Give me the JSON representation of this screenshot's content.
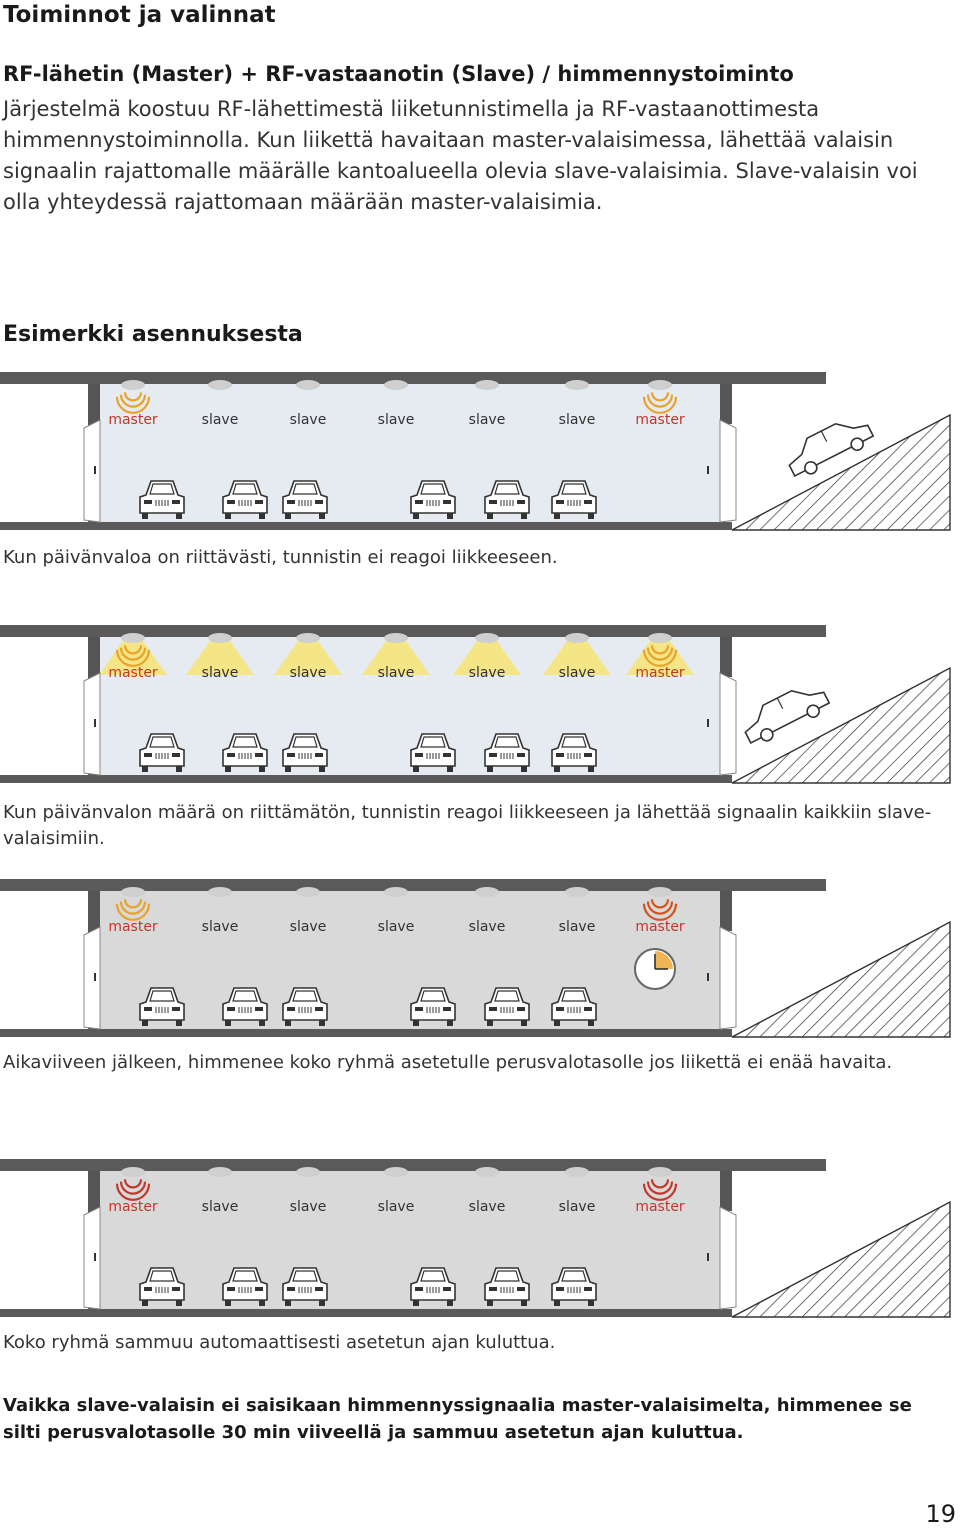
{
  "section_title": "Toiminnot ja valinnat",
  "subtitle": "RF-lähetin (Master) + RF-vastaanotin (Slave) / himmennystoiminto",
  "intro": "Järjestelmä koostuu RF-lähettimestä liiketunnistimella ja RF-vastaanottimesta himmennystoiminnolla. Kun liikettä havaitaan master-valaisimessa, lähettää valaisin signaalin rajattomalle määrälle kantoalueella olevia slave-valaisimia. Slave-valaisin voi olla yhteydessä rajattomaan määrään master-valaisimia.",
  "example_title": "Esimerkki asennuksesta",
  "luminaires": [
    "master",
    "slave",
    "slave",
    "slave",
    "slave",
    "slave",
    "master"
  ],
  "colors": {
    "ceiling": "#5a5a5a",
    "wall": "#555555",
    "floor": "#5a5a5a",
    "room_light": "#e6ebf2",
    "room_grey": "#d9d9d9",
    "light_beam": "#f5e47a",
    "signal_orange": "#e8a32a",
    "signal_red": "#c0392b",
    "label_master": "#c0392b"
  },
  "scenes": [
    {
      "state": "daylight",
      "caption": "Kun päivänvaloa on riittävästi, tunnistin ei reagoi liikkeeseen."
    },
    {
      "state": "lights-on",
      "caption": "Kun päivänvalon määrä on riittämätön, tunnistin reagoi liikkeeseen ja lähettää signaalin kaikkiin slave-valaisimiin."
    },
    {
      "state": "dimmed",
      "caption": "Aikaviiveen jälkeen, himmenee koko ryhmä asetetulle perusvalotasolle jos liikettä ei enää havaita."
    },
    {
      "state": "off",
      "caption": "Koko ryhmä sammuu automaattisesti asetetun ajan kuluttua."
    }
  ],
  "icons": {
    "sensor": "signal-waves-icon",
    "car": "car-icon",
    "door": "door-icon",
    "timer": "clock-icon"
  },
  "note": "Vaikka slave-valaisin ei saisikaan himmennyssignaalia master-valaisimelta, himmenee se silti perusvalotasolle 30 min viiveellä ja sammuu asetetun ajan kuluttua.",
  "page_number": "19"
}
